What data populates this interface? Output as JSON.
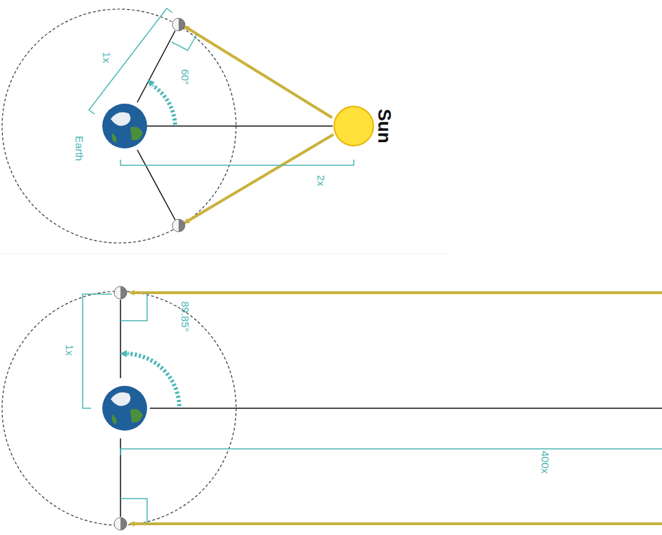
{
  "diagram": {
    "nodes": [
      {
        "text": [
          "Earth"
        ]
      },
      {
        "text": [
          "Sun"
        ]
      }
    ],
    "edges": [
      {
        "from": 0,
        "to": 1,
        "arrow": "none"
      }
    ],
    "labels": [
      "1x",
      "60°",
      "2x",
      "1x",
      "89.85°",
      "400x"
    ]
  }
}
